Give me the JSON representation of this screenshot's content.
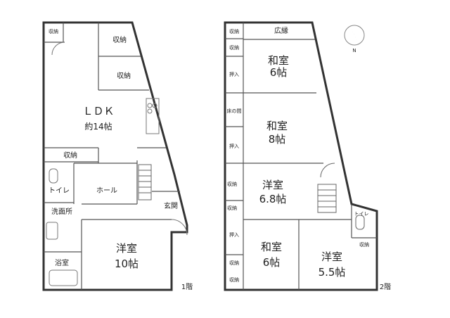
{
  "plan": {
    "floor1": {
      "floor_label": "1階",
      "rooms": {
        "ldk_line1": "ＬＤＫ",
        "ldk_line2": "約14帖",
        "storage_topleft": "収納",
        "storage_top": "収納",
        "storage_mid": "収納",
        "storage_left": "収納",
        "toilet": "トイレ",
        "hall": "ホール",
        "entrance": "玄関",
        "washroom": "洗面所",
        "bath": "浴室",
        "western_line1": "洋室",
        "western_line2": "10帖"
      }
    },
    "floor2": {
      "floor_label": "2階",
      "rooms": {
        "storage_1": "収納",
        "veranda": "広縁",
        "storage_2": "収納",
        "oshiire_1": "押入",
        "japanese1_line1": "和室",
        "japanese1_line2": "6帖",
        "tokonoma": "床の間",
        "japanese2_line1": "和室",
        "japanese2_line2": "8帖",
        "oshiire_2": "押入",
        "western1_line1": "洋室",
        "western1_line2": "6.8帖",
        "storage_3": "収納",
        "storage_4": "収納",
        "toilet": "トイレ",
        "oshiire_3": "押入",
        "japanese3_line1": "和室",
        "japanese3_line2": "6帖",
        "storage_5": "収納",
        "storage_6": "収納",
        "western2_line1": "洋室",
        "western2_line2": "5.5帖",
        "storage_7": "収納"
      }
    },
    "compass": {
      "label": "N"
    }
  }
}
